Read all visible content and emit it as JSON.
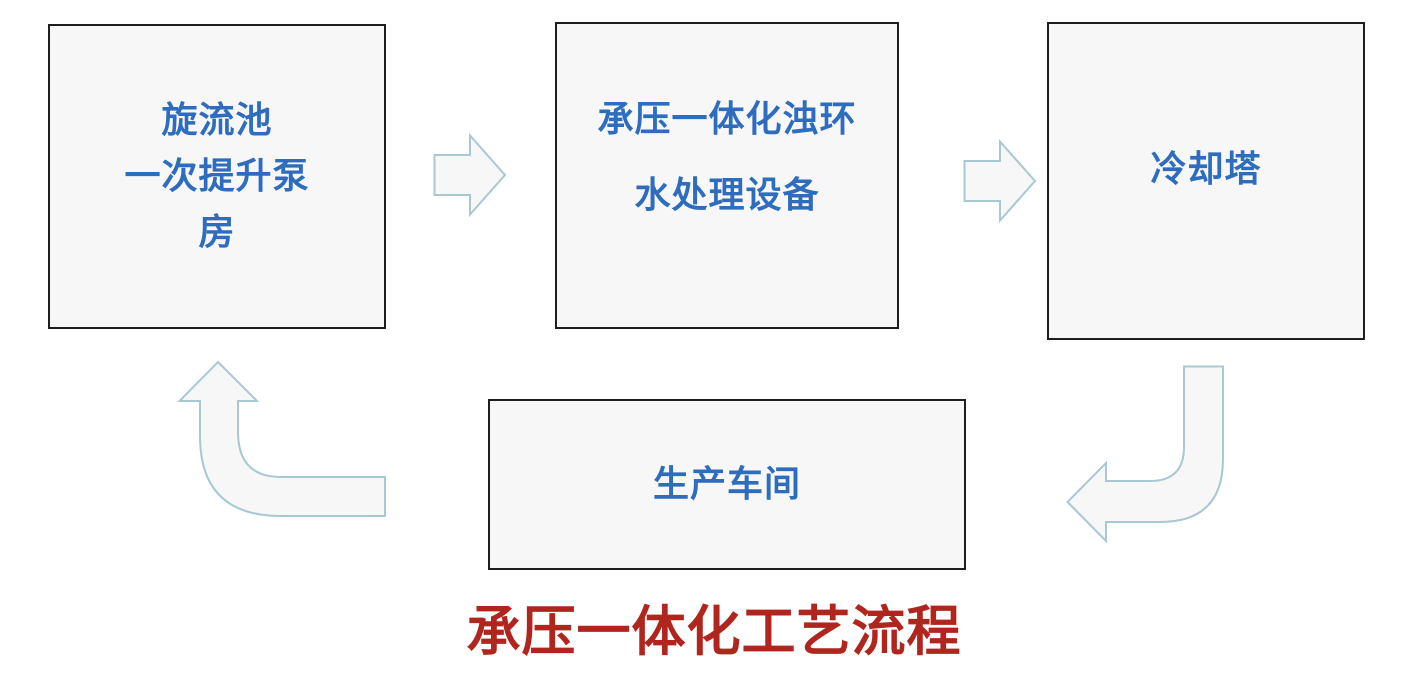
{
  "diagram": {
    "title": "承压一体化工艺流程",
    "colors": {
      "box_fill": "#f7f7f7",
      "box_border": "#1e1e1e",
      "box_text": "#2e6dbd",
      "arrow_fill": "#f7f7f7",
      "arrow_stroke": "#a9c8d1",
      "title_text": "#b0261e"
    },
    "nodes": [
      {
        "id": "swirl-pit-pump-house",
        "lines": [
          "旋流池",
          "一次提升泵",
          "房"
        ]
      },
      {
        "id": "pressure-integrated-equipment",
        "lines": [
          "承压一体化浊环",
          "水处理设备"
        ]
      },
      {
        "id": "cooling-tower",
        "lines": [
          "冷却塔"
        ]
      },
      {
        "id": "production-workshop",
        "lines": [
          "生产车间"
        ]
      }
    ],
    "edges": [
      {
        "from": "旋流池一次提升泵房",
        "to": "承压一体化浊环水处理设备",
        "shape": "right-arrow"
      },
      {
        "from": "承压一体化浊环水处理设备",
        "to": "冷却塔",
        "shape": "right-arrow"
      },
      {
        "from": "冷却塔",
        "to": "生产车间",
        "shape": "bent-down-left-arrow"
      },
      {
        "from": "生产车间",
        "to": "旋流池一次提升泵房",
        "shape": "bent-left-up-arrow"
      }
    ]
  }
}
